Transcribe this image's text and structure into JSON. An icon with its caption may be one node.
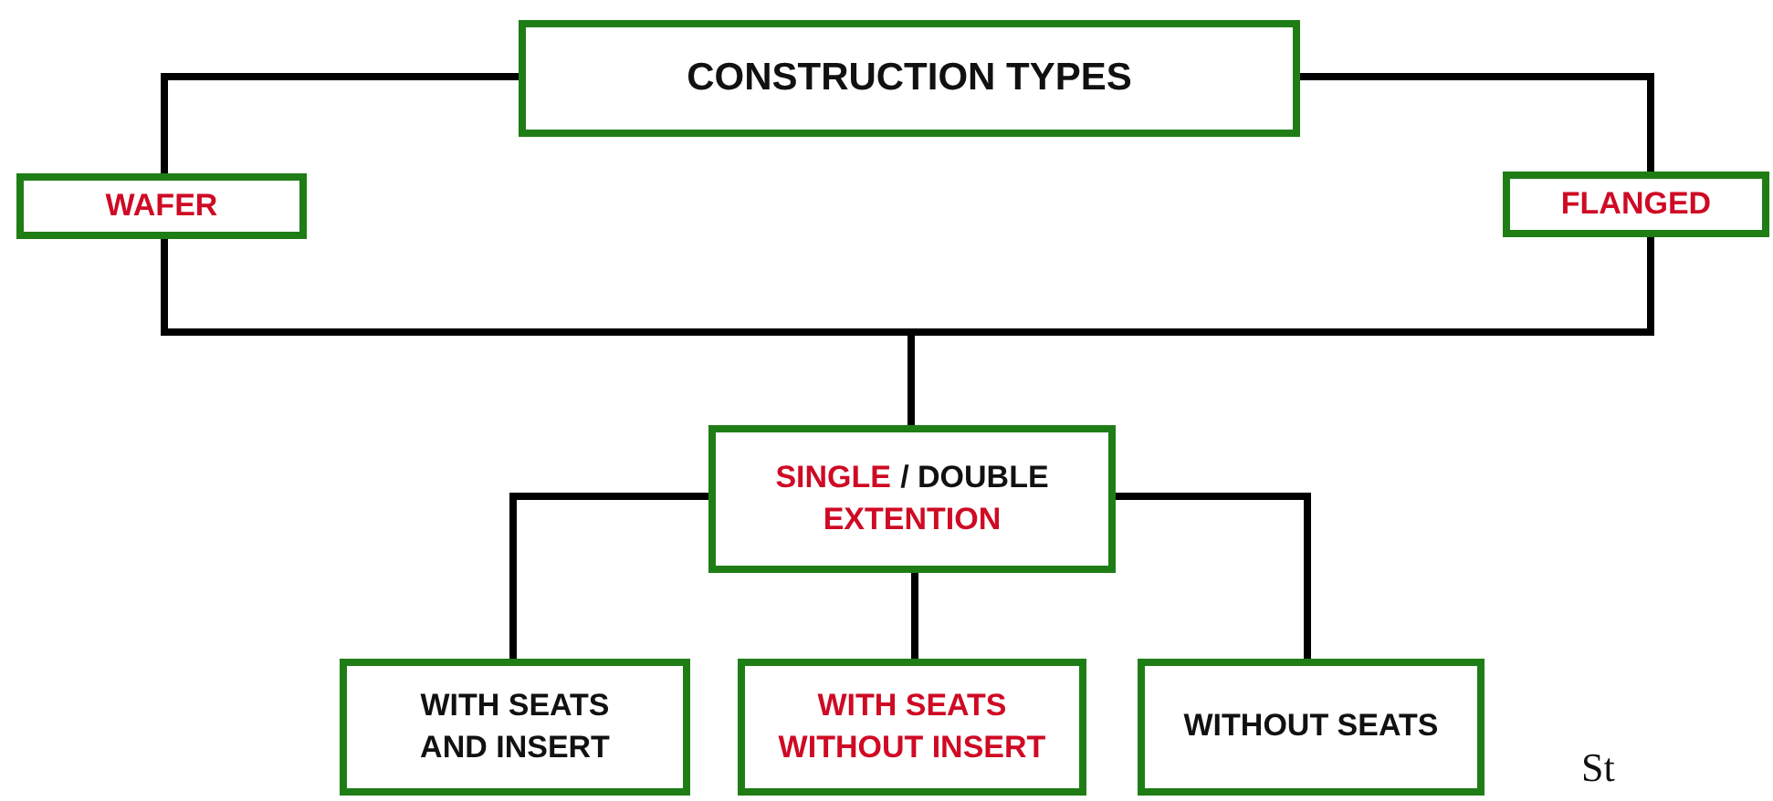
{
  "diagram": {
    "nodes": [
      {
        "text": [
          "CONSTRUCTION TYPES"
        ]
      },
      {
        "text": [
          "WAFER"
        ]
      },
      {
        "text": [
          "FLANGED"
        ]
      },
      {
        "text": [
          "SINGLE",
          "/ DOUBLE",
          "EXTENTION"
        ]
      },
      {
        "text": [
          "WITH SEATS AND INSERT"
        ]
      },
      {
        "text": [
          "WITH SEATS WITHOUT INSERT"
        ]
      },
      {
        "text": [
          "WITHOUT SEATS"
        ]
      }
    ],
    "edges": [
      {
        "from": 0,
        "to": 1,
        "arrow": "none"
      },
      {
        "from": 0,
        "to": 2,
        "arrow": "none"
      },
      {
        "from": 1,
        "to": 3,
        "arrow": "none"
      },
      {
        "from": 2,
        "to": 3,
        "arrow": "none"
      },
      {
        "from": 3,
        "to": 4,
        "arrow": "none"
      },
      {
        "from": 3,
        "to": 5,
        "arrow": "none"
      },
      {
        "from": 3,
        "to": 6,
        "arrow": "none"
      }
    ],
    "labels": [
      "St"
    ]
  }
}
